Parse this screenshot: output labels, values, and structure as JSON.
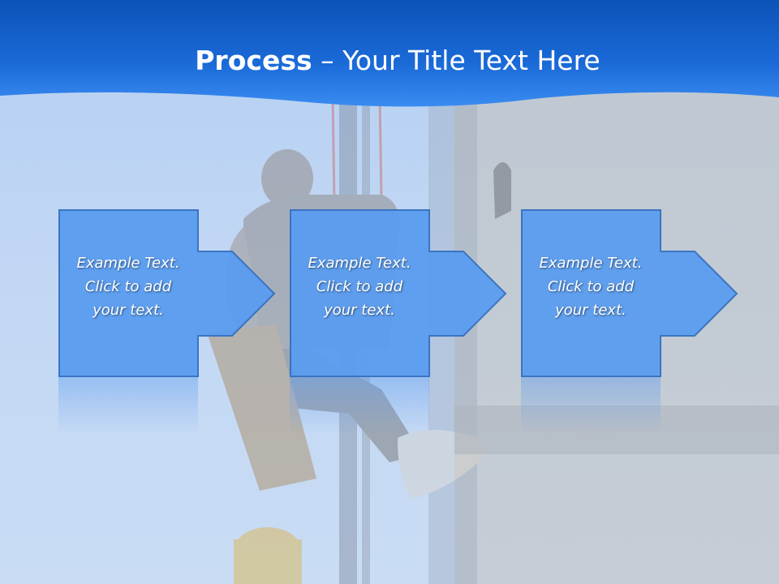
{
  "title": {
    "bold": "Process",
    "rest": " – Your Title Text Here"
  },
  "steps": [
    {
      "text": "Example Text.\nClick  to add\nyour text."
    },
    {
      "text": "Example Text.\nClick  to add\nyour text."
    },
    {
      "text": "Example Text.\nClick  to add\nyour text."
    }
  ],
  "colors": {
    "title_band": "#1560cc",
    "box_fill": "#5a9cf0",
    "box_border": "#3470c0"
  }
}
